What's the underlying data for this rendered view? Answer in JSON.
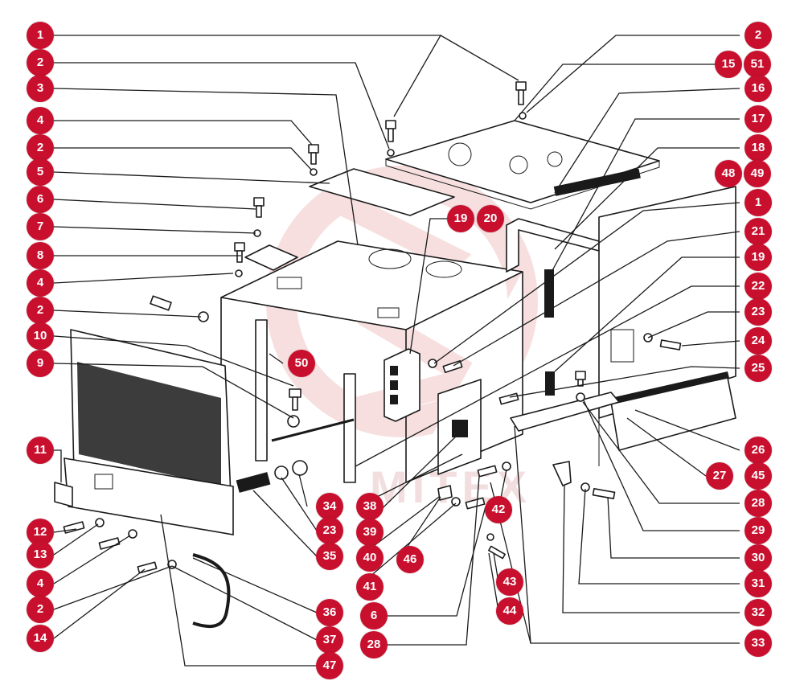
{
  "colors": {
    "badge": "#c8102e",
    "line": "#1a1a1a",
    "watermark": "#f2c6c6"
  },
  "watermark": {
    "text": "MITEX"
  },
  "callouts": [
    {
      "id": "c1a",
      "label": "1"
    },
    {
      "id": "c2a",
      "label": "2"
    },
    {
      "id": "c3",
      "label": "3"
    },
    {
      "id": "c4a",
      "label": "4"
    },
    {
      "id": "c2b",
      "label": "2"
    },
    {
      "id": "c5",
      "label": "5"
    },
    {
      "id": "c6a",
      "label": "6"
    },
    {
      "id": "c7",
      "label": "7"
    },
    {
      "id": "c8",
      "label": "8"
    },
    {
      "id": "c4b",
      "label": "4"
    },
    {
      "id": "c2c",
      "label": "2"
    },
    {
      "id": "c10",
      "label": "10"
    },
    {
      "id": "c9",
      "label": "9"
    },
    {
      "id": "c50",
      "label": "50"
    },
    {
      "id": "c11",
      "label": "11"
    },
    {
      "id": "c12",
      "label": "12"
    },
    {
      "id": "c13",
      "label": "13"
    },
    {
      "id": "c4c",
      "label": "4"
    },
    {
      "id": "c2d",
      "label": "2"
    },
    {
      "id": "c14",
      "label": "14"
    },
    {
      "id": "c2e",
      "label": "2"
    },
    {
      "id": "c15",
      "label": "15"
    },
    {
      "id": "c51",
      "label": "51"
    },
    {
      "id": "c16",
      "label": "16"
    },
    {
      "id": "c17",
      "label": "17"
    },
    {
      "id": "c18",
      "label": "18"
    },
    {
      "id": "c48",
      "label": "48"
    },
    {
      "id": "c49",
      "label": "49"
    },
    {
      "id": "c1b",
      "label": "1"
    },
    {
      "id": "c21",
      "label": "21"
    },
    {
      "id": "c19b",
      "label": "19"
    },
    {
      "id": "c22",
      "label": "22"
    },
    {
      "id": "c23b",
      "label": "23"
    },
    {
      "id": "c24",
      "label": "24"
    },
    {
      "id": "c25",
      "label": "25"
    },
    {
      "id": "c26",
      "label": "26"
    },
    {
      "id": "c27",
      "label": "27"
    },
    {
      "id": "c45",
      "label": "45"
    },
    {
      "id": "c28b",
      "label": "28"
    },
    {
      "id": "c29",
      "label": "29"
    },
    {
      "id": "c30",
      "label": "30"
    },
    {
      "id": "c31",
      "label": "31"
    },
    {
      "id": "c32",
      "label": "32"
    },
    {
      "id": "c33",
      "label": "33"
    },
    {
      "id": "c19a",
      "label": "19"
    },
    {
      "id": "c20",
      "label": "20"
    },
    {
      "id": "c34",
      "label": "34"
    },
    {
      "id": "c23a",
      "label": "23"
    },
    {
      "id": "c35",
      "label": "35"
    },
    {
      "id": "c38",
      "label": "38"
    },
    {
      "id": "c39",
      "label": "39"
    },
    {
      "id": "c40",
      "label": "40"
    },
    {
      "id": "c46",
      "label": "46"
    },
    {
      "id": "c41",
      "label": "41"
    },
    {
      "id": "c42",
      "label": "42"
    },
    {
      "id": "c43",
      "label": "43"
    },
    {
      "id": "c44",
      "label": "44"
    },
    {
      "id": "c6b",
      "label": "6"
    },
    {
      "id": "c28a",
      "label": "28"
    },
    {
      "id": "c36",
      "label": "36"
    },
    {
      "id": "c37",
      "label": "37"
    },
    {
      "id": "c47",
      "label": "47"
    }
  ]
}
